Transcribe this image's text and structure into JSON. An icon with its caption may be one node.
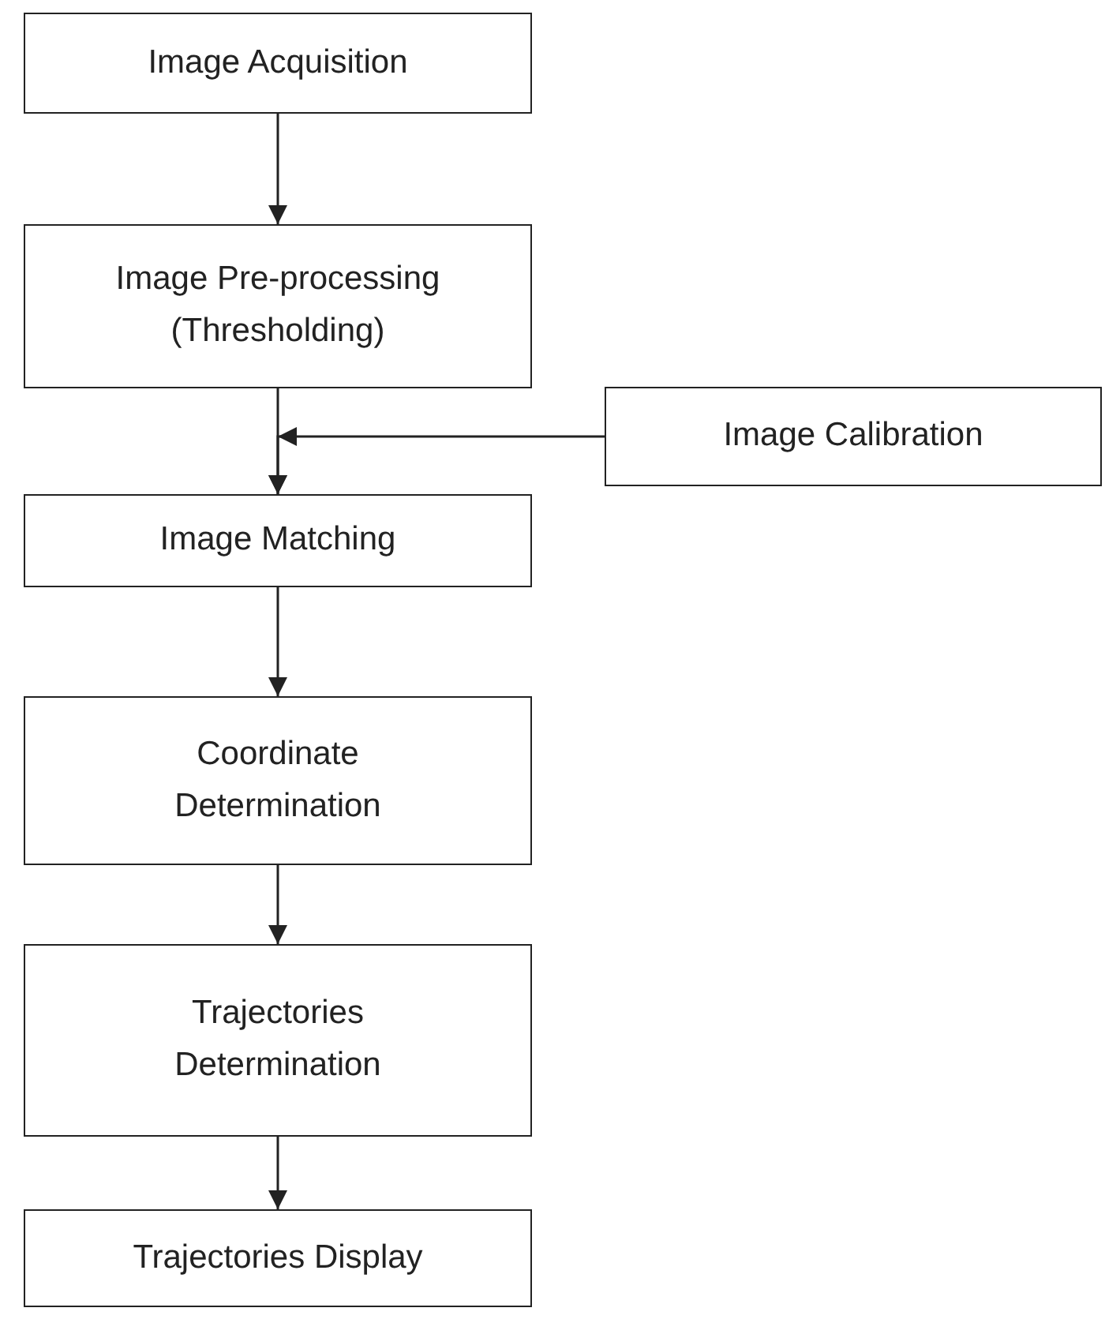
{
  "diagram": {
    "nodes": [
      {
        "text": [
          "Image Acquisition"
        ]
      },
      {
        "text": [
          "Image Pre-processing (Thresholding)"
        ]
      },
      {
        "text": [
          "Image Calibration"
        ]
      },
      {
        "text": [
          "Image Matching"
        ]
      },
      {
        "text": [
          "Coordinate Determination"
        ]
      },
      {
        "text": [
          "Trajectories Determination"
        ]
      },
      {
        "text": [
          "Trajectories Display"
        ]
      }
    ],
    "edges": [
      {
        "from": 0,
        "to": 1,
        "arrow": "to"
      },
      {
        "from": 1,
        "to": 3,
        "arrow": "to"
      },
      {
        "from": 2,
        "to": 3,
        "arrow": "to"
      },
      {
        "from": 3,
        "to": 4,
        "arrow": "to"
      },
      {
        "from": 4,
        "to": 5,
        "arrow": "to"
      },
      {
        "from": 5,
        "to": 6,
        "arrow": "to"
      }
    ]
  }
}
